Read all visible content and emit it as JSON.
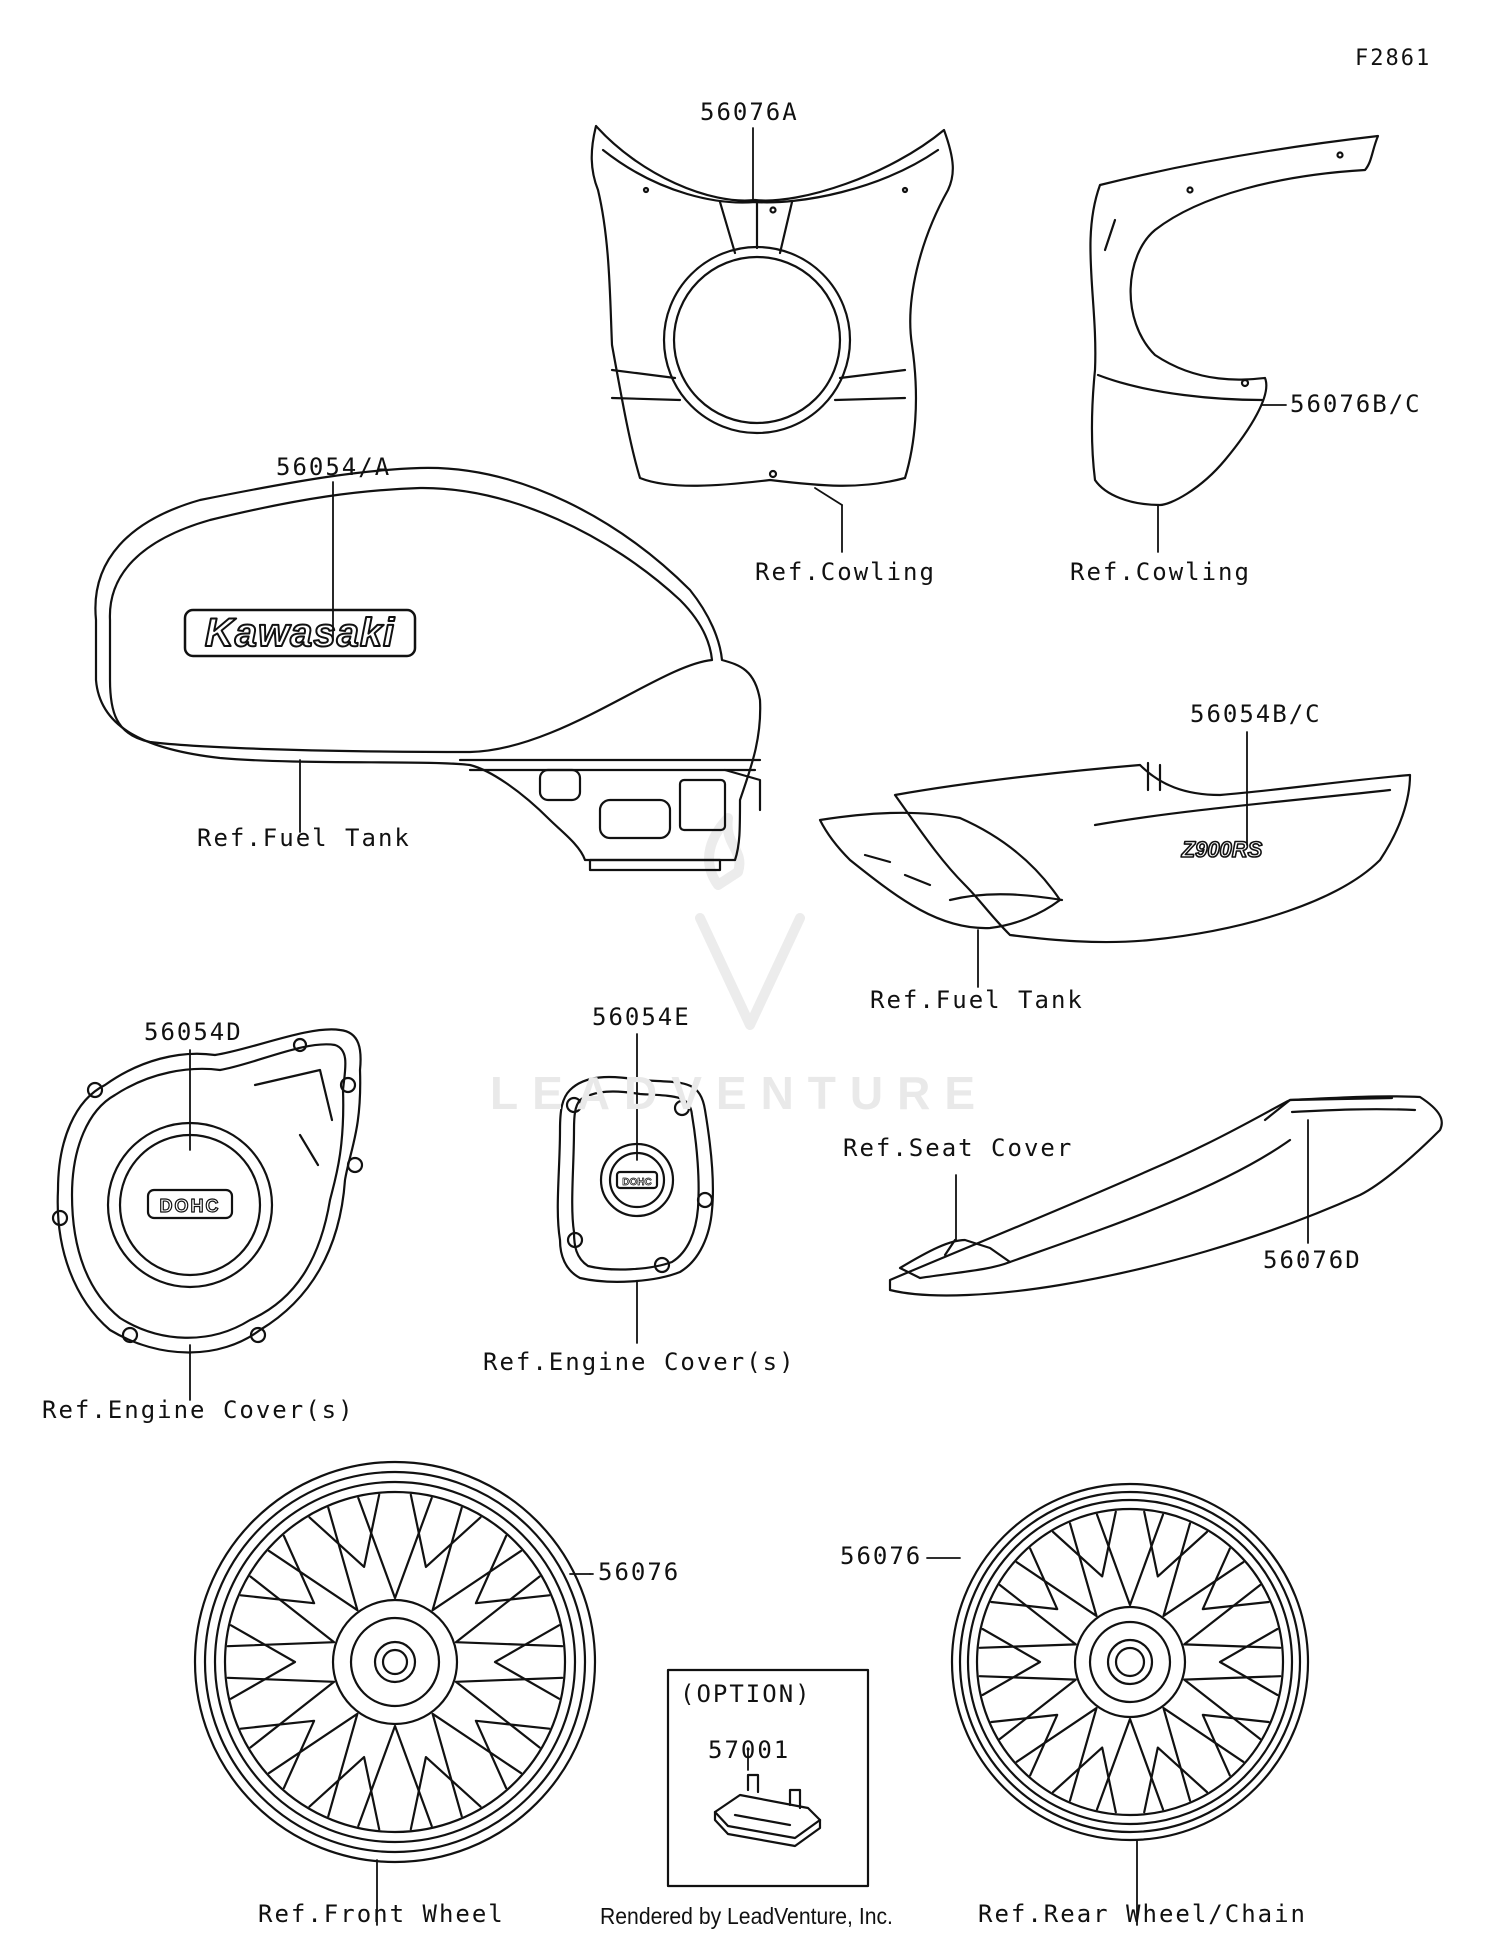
{
  "diagram": {
    "figure_code": "F2861",
    "footer": "Rendered by LeadVenture, Inc.",
    "watermark": "LEADVENTURE",
    "option_box_title": "(OPTION)",
    "tank_logo_text": "Kawasaki",
    "model_badge_text": "Z900RS",
    "engine_badge_text": "DOHC",
    "labels": {
      "p56076A": "56076A",
      "p56076BC": "56076B/C",
      "ref_cowling_1": "Ref.Cowling",
      "ref_cowling_2": "Ref.Cowling",
      "p56054A": "56054/A",
      "ref_fuel_tank_1": "Ref.Fuel Tank",
      "p56054BC": "56054B/C",
      "ref_fuel_tank_2": "Ref.Fuel Tank",
      "p56054D": "56054D",
      "p56054E": "56054E",
      "ref_seat_cover": "Ref.Seat Cover",
      "p56076D": "56076D",
      "ref_engine_covers_1": "Ref.Engine Cover(s)",
      "ref_engine_covers_2": "Ref.Engine Cover(s)",
      "p56076_front": "56076",
      "p56076_rear": "56076",
      "p57001": "57001",
      "ref_front_wheel": "Ref.Front Wheel",
      "ref_rear_wheel": "Ref.Rear Wheel/Chain"
    }
  }
}
